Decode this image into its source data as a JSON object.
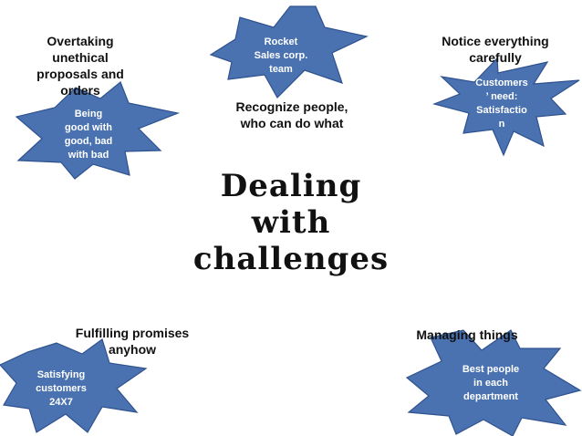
{
  "title_lines": [
    "Dealing",
    "with",
    "challenges"
  ],
  "colors": {
    "burst_fill": "#4a72b0",
    "burst_stroke": "#2f528f",
    "burst_text": "#ffffff",
    "caption_text": "#111111"
  },
  "nodes": {
    "rocket": {
      "burst_lines": [
        "Rocket",
        "Sales corp.",
        "team"
      ],
      "caption_lines": [
        "Recognize people,",
        "who can do what"
      ]
    },
    "unethical": {
      "caption_lines": [
        "Overtaking",
        "unethical",
        "proposals and",
        "orders"
      ],
      "burst_lines": [
        "Being",
        "good with",
        "good, bad",
        "with bad"
      ]
    },
    "notice": {
      "caption_lines": [
        "Notice everything",
        "carefully"
      ],
      "burst_lines": [
        "Customers",
        "’ need:",
        "Satisfactio",
        "n"
      ]
    },
    "promises": {
      "caption_lines": [
        "Fulfilling promises",
        "anyhow"
      ],
      "burst_lines": [
        "Satisfying",
        "customers",
        "24X7"
      ]
    },
    "managing": {
      "caption_lines": [
        "Managing things"
      ],
      "burst_lines": [
        "Best people",
        "in each",
        "department"
      ]
    }
  }
}
